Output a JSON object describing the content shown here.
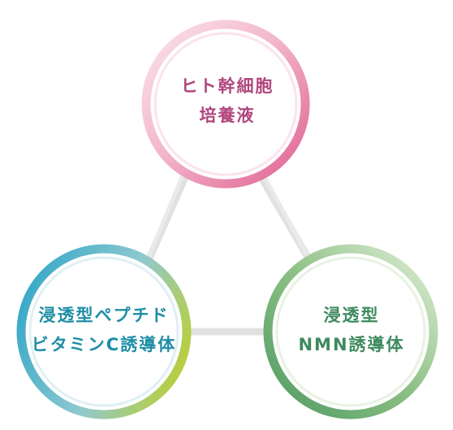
{
  "diagram": {
    "nodes": [
      {
        "id": "top",
        "lines": [
          "ヒト幹細胞",
          "培養液"
        ]
      },
      {
        "id": "left",
        "lines": [
          "浸透型ペプチド",
          "ビタミンC誘導体"
        ]
      },
      {
        "id": "right",
        "lines": [
          "浸透型",
          "NMN誘導体"
        ]
      }
    ]
  },
  "colors": {
    "pink_ring": "#e0608f",
    "pink_ring_light": "#f3b7cd",
    "pink_text": "#b0467e",
    "teal_ring": "#3aa9c9",
    "lime_ring": "#b9cf3a",
    "teal_text": "#1f8ea6",
    "green_ring": "#4f9a62",
    "green_ring_light": "#d4e6c9",
    "green_text": "#3e8a5e",
    "connector": "#dcdcdc"
  }
}
